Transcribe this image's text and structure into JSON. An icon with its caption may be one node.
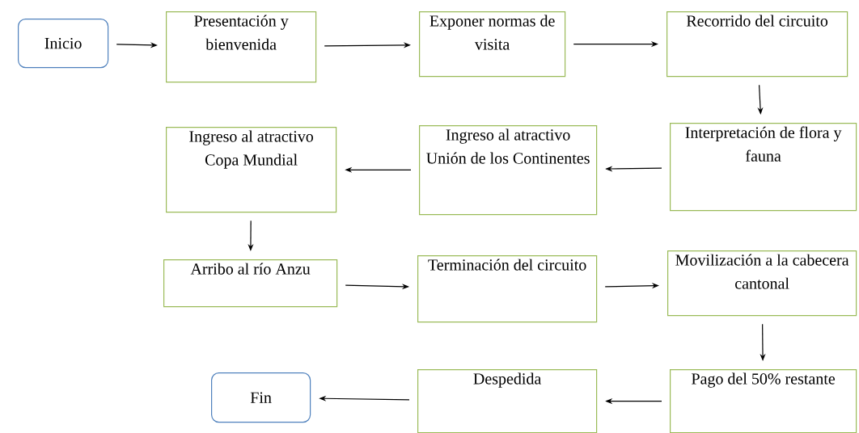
{
  "diagram": {
    "nodes": [
      {
        "text": [
          "Inicio"
        ]
      },
      {
        "text": [
          "Presentación y bienvenida"
        ]
      },
      {
        "text": [
          "Exponer normas de visita"
        ]
      },
      {
        "text": [
          "Recorrido del circuito"
        ]
      },
      {
        "text": [
          "Interpretación de flora y fauna"
        ]
      },
      {
        "text": [
          "Ingreso al atractivo Unión de los Continentes"
        ]
      },
      {
        "text": [
          "Ingreso al atractivo Copa Mundial"
        ]
      },
      {
        "text": [
          "Arribo al río Anzu"
        ]
      },
      {
        "text": [
          "Terminación del circuito"
        ]
      },
      {
        "text": [
          "Movilización a la cabecera cantonal"
        ]
      },
      {
        "text": [
          "Pago del 50% restante"
        ]
      },
      {
        "text": [
          "Despedida"
        ]
      },
      {
        "text": [
          "Fin"
        ]
      }
    ],
    "edges": [
      {
        "from": 0,
        "to": 1,
        "arrow": "to"
      },
      {
        "from": 1,
        "to": 2,
        "arrow": "to"
      },
      {
        "from": 2,
        "to": 3,
        "arrow": "to"
      },
      {
        "from": 3,
        "to": 4,
        "arrow": "to"
      },
      {
        "from": 4,
        "to": 5,
        "arrow": "to"
      },
      {
        "from": 5,
        "to": 6,
        "arrow": "to"
      },
      {
        "from": 6,
        "to": 7,
        "arrow": "to"
      },
      {
        "from": 7,
        "to": 8,
        "arrow": "to"
      },
      {
        "from": 8,
        "to": 9,
        "arrow": "to"
      },
      {
        "from": 9,
        "to": 10,
        "arrow": "to"
      },
      {
        "from": 10,
        "to": 11,
        "arrow": "to"
      },
      {
        "from": 11,
        "to": 12,
        "arrow": "to"
      }
    ]
  }
}
